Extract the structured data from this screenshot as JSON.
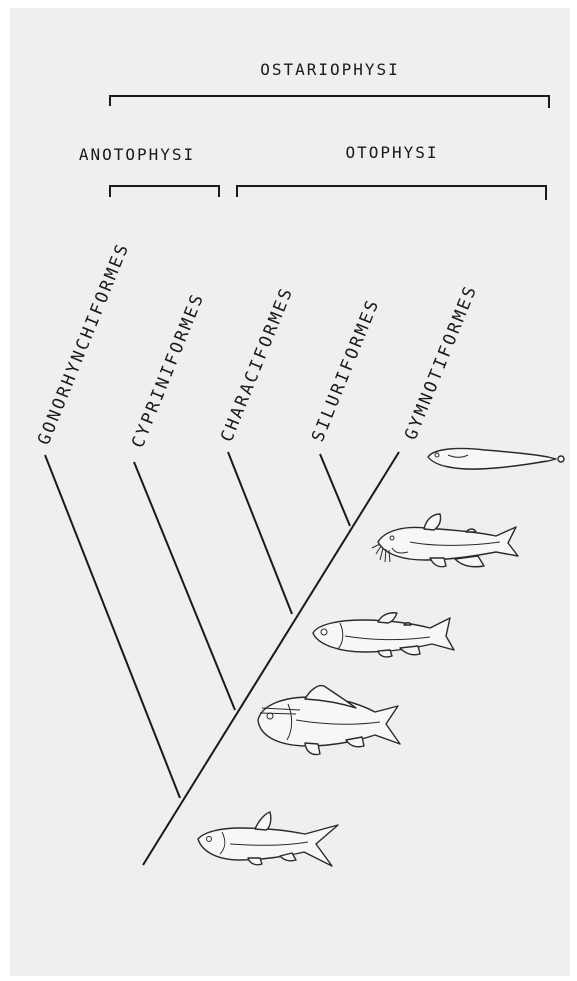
{
  "groups": {
    "top": "OSTARIOPHYSI",
    "left": "ANOTOPHYSI",
    "right": "OTOPHYSI"
  },
  "orders": [
    "GONORHYNCHIFORMES",
    "CYPRINIFORMES",
    "CHARACIFORMES",
    "SILURIFORMES",
    "GYMNOTIFORMES"
  ],
  "fish_icons": [
    "knifefish-icon",
    "catfish-icon",
    "characin-icon",
    "carp-icon",
    "milkfish-icon"
  ]
}
